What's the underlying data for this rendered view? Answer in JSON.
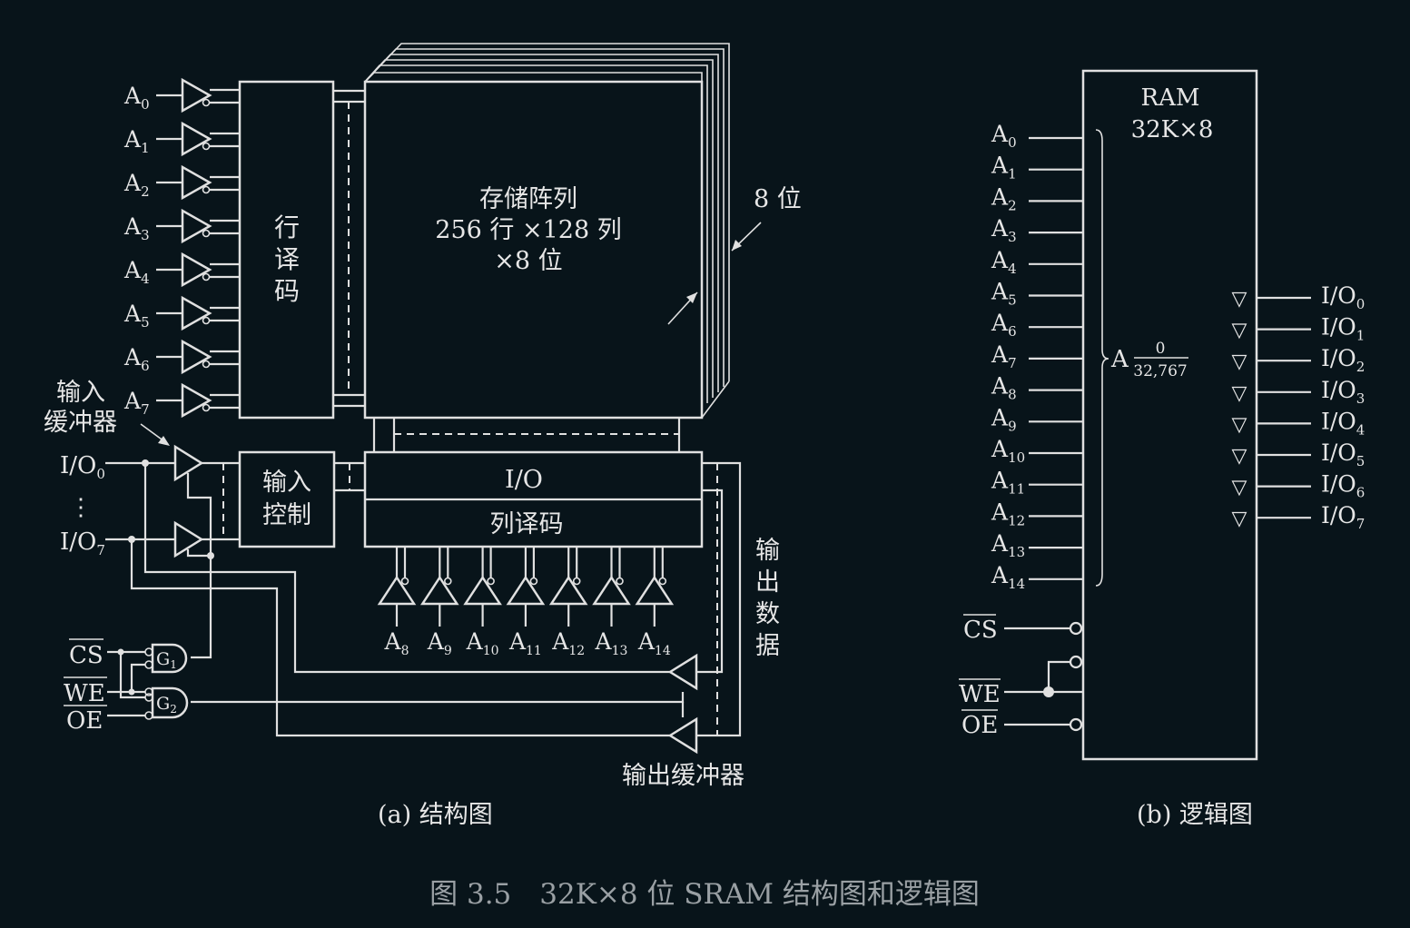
{
  "structure": {
    "row_addresses": [
      {
        "base": "A",
        "sub": "0"
      },
      {
        "base": "A",
        "sub": "1"
      },
      {
        "base": "A",
        "sub": "2"
      },
      {
        "base": "A",
        "sub": "3"
      },
      {
        "base": "A",
        "sub": "4"
      },
      {
        "base": "A",
        "sub": "5"
      },
      {
        "base": "A",
        "sub": "6"
      },
      {
        "base": "A",
        "sub": "7"
      }
    ],
    "row_decoder_lines": [
      "行",
      "译",
      "码"
    ],
    "array_lines": [
      "存储阵列",
      "256 行 ×128 列",
      "×8 位"
    ],
    "bits_label": "8 位",
    "input_buffer_lines": [
      "输入",
      "缓冲器"
    ],
    "io_top": {
      "base": "I/O",
      "sub": "0"
    },
    "io_dots": "⋮",
    "io_bottom": {
      "base": "I/O",
      "sub": "7"
    },
    "input_control_lines": [
      "输入",
      "控制"
    ],
    "io_block_label": "I/O",
    "col_decoder_label": "列译码",
    "col_addresses": [
      {
        "base": "A",
        "sub": "8"
      },
      {
        "base": "A",
        "sub": "9"
      },
      {
        "base": "A",
        "sub": "10"
      },
      {
        "base": "A",
        "sub": "11"
      },
      {
        "base": "A",
        "sub": "12"
      },
      {
        "base": "A",
        "sub": "13"
      },
      {
        "base": "A",
        "sub": "14"
      }
    ],
    "output_data_lines": [
      "输",
      "出",
      "数",
      "据"
    ],
    "control_signals": [
      "CS",
      "WE",
      "OE"
    ],
    "gates": [
      {
        "base": "G",
        "sub": "1"
      },
      {
        "base": "G",
        "sub": "2"
      }
    ],
    "output_buffer_label": "输出缓冲器",
    "caption": "(a) 结构图"
  },
  "logic": {
    "title_lines": [
      "RAM",
      "32K×8"
    ],
    "address_pins": [
      {
        "base": "A",
        "sub": "0"
      },
      {
        "base": "A",
        "sub": "1"
      },
      {
        "base": "A",
        "sub": "2"
      },
      {
        "base": "A",
        "sub": "3"
      },
      {
        "base": "A",
        "sub": "4"
      },
      {
        "base": "A",
        "sub": "5"
      },
      {
        "base": "A",
        "sub": "6"
      },
      {
        "base": "A",
        "sub": "7"
      },
      {
        "base": "A",
        "sub": "8"
      },
      {
        "base": "A",
        "sub": "9"
      },
      {
        "base": "A",
        "sub": "10"
      },
      {
        "base": "A",
        "sub": "11"
      },
      {
        "base": "A",
        "sub": "12"
      },
      {
        "base": "A",
        "sub": "13"
      },
      {
        "base": "A",
        "sub": "14"
      }
    ],
    "address_range": {
      "base": "A",
      "top": "0",
      "bottom": "32,767"
    },
    "io_pins": [
      {
        "base": "I/O",
        "sub": "0"
      },
      {
        "base": "I/O",
        "sub": "1"
      },
      {
        "base": "I/O",
        "sub": "2"
      },
      {
        "base": "I/O",
        "sub": "3"
      },
      {
        "base": "I/O",
        "sub": "4"
      },
      {
        "base": "I/O",
        "sub": "5"
      },
      {
        "base": "I/O",
        "sub": "6"
      },
      {
        "base": "I/O",
        "sub": "7"
      }
    ],
    "tristate_symbol": "▽",
    "control_pins": [
      "CS",
      "WE",
      "OE"
    ],
    "caption": "(b) 逻辑图"
  },
  "figure_caption": "图 3.5　32K×8 位 SRAM 结构图和逻辑图"
}
